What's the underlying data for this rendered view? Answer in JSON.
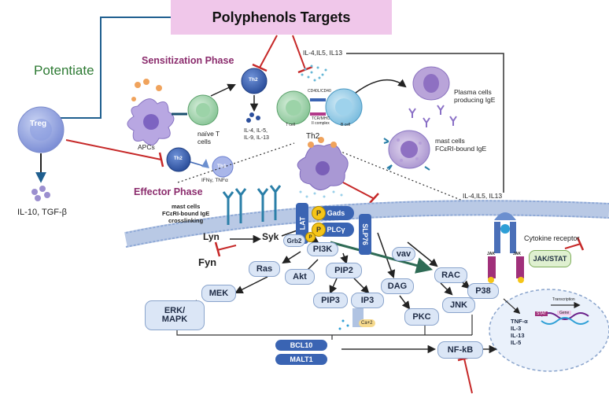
{
  "banner": {
    "title": "Polyphenols Targets"
  },
  "labels": {
    "potentiate": "Potentiate",
    "sensitization_phase": "Sensitization Phase",
    "effector_phase": "Effector Phase",
    "treg": "Treg",
    "treg_outputs": "IL-10, TGF-β",
    "apcs": "APCs",
    "naive_t_cells": "naïve T\ncells",
    "th2": "Th2",
    "th2_big": "Th2",
    "th1": "Th1",
    "ifn_tnf": "IFNγ, TNFα",
    "th2_cytokines": "IL-4, IL-5,\nIL-9, IL-13",
    "il_top": "IL-4,IL5, IL13",
    "il_right": "IL-4,IL5, IL13",
    "cd40": "CD40L/CD40",
    "tcr_mhc": "TCR/MHC\nII complex",
    "t_cell": "T cell",
    "b_cell": "B cell",
    "plasma_cells": "Plasma cells\nproducing IgE",
    "mast_cells_top": "mast cells\nFCεRI-bound IgE",
    "mast_crosslinking": "mast cells\nFCεRI-bound IgE\ncrosslinking",
    "cytokine_receptor": "Cytokine receptor",
    "lyn": "Lyn",
    "syk": "Syk",
    "fyn": "Fyn",
    "jak_left": "JAK",
    "jak_right": "JAK",
    "stat": "STAT",
    "transcription": "Transcription",
    "gene": "Gene",
    "nucleus_genes": "TNF-α\nIL-3\nIL-13\nIL-5",
    "ca": "Ca+2"
  },
  "nodes": {
    "lat": "LAT",
    "gads": "Gads",
    "plcg": "PLCγ",
    "slp76": "SLP76",
    "grb2": "Grb2",
    "pi3k": "PI3K",
    "vav": "vav",
    "ras": "Ras",
    "akt": "Akt",
    "pip2": "PIP2",
    "dag": "DAG",
    "rac": "RAC",
    "p38": "P38",
    "mek": "MEK",
    "pip3": "PIP3",
    "ip3": "IP3",
    "jnk": "JNK",
    "erk_mapk": "ERK/\nMAPK",
    "pkc": "PKC",
    "bcl10": "BCL10",
    "malt1": "MALT1",
    "nfkb": "NF-kB",
    "jak_stat": "JAK/STAT",
    "p": "P"
  },
  "colors": {
    "banner": "#f0c7ea",
    "phase": "#8b2c6d",
    "potentiate": "#2d7a33",
    "inhibit": "#c62828",
    "node": "#dbe6f6",
    "dark_node": "#3a64b3",
    "phospho": "#f5c518"
  }
}
